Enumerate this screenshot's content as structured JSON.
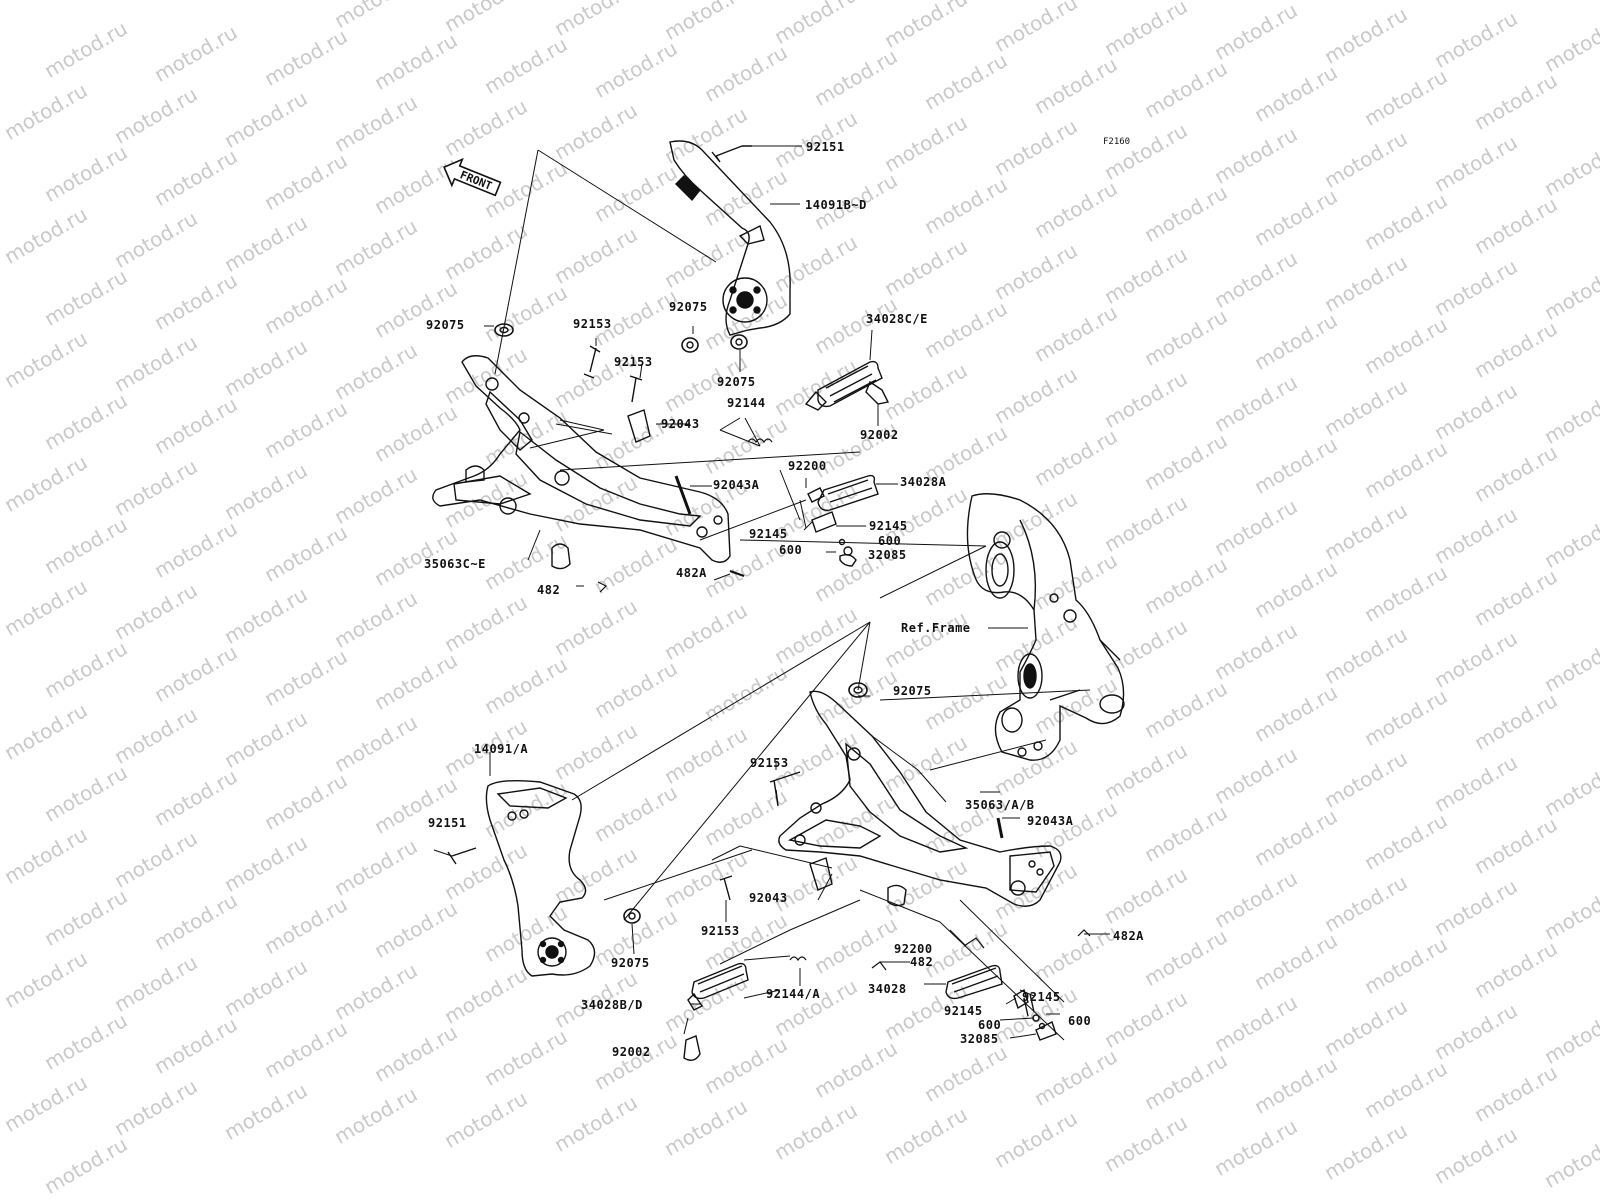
{
  "diagram": {
    "watermark": "motod.ru",
    "figure_code": "F2160",
    "front_label": "FRONT",
    "ref_frame": "Ref.Frame",
    "part_labels": [
      {
        "id": "p01",
        "text": "92151"
      },
      {
        "id": "p02",
        "text": "14091B~D"
      },
      {
        "id": "p03",
        "text": "92075"
      },
      {
        "id": "p04",
        "text": "92153"
      },
      {
        "id": "p05",
        "text": "92075"
      },
      {
        "id": "p06",
        "text": "34028C/E"
      },
      {
        "id": "p07",
        "text": "92153"
      },
      {
        "id": "p08",
        "text": "92075"
      },
      {
        "id": "p09",
        "text": "92144"
      },
      {
        "id": "p10",
        "text": "92043"
      },
      {
        "id": "p11",
        "text": "92002"
      },
      {
        "id": "p12",
        "text": "92200"
      },
      {
        "id": "p13",
        "text": "92043A"
      },
      {
        "id": "p14",
        "text": "34028A"
      },
      {
        "id": "p15",
        "text": "92145"
      },
      {
        "id": "p16",
        "text": "92145"
      },
      {
        "id": "p17",
        "text": "600"
      },
      {
        "id": "p18",
        "text": "600"
      },
      {
        "id": "p19",
        "text": "32085"
      },
      {
        "id": "p20",
        "text": "35063C~E"
      },
      {
        "id": "p21",
        "text": "482A"
      },
      {
        "id": "p22",
        "text": "482"
      },
      {
        "id": "p23",
        "text": "92075"
      },
      {
        "id": "p24",
        "text": "14091/A"
      },
      {
        "id": "p25",
        "text": "92153"
      },
      {
        "id": "p26",
        "text": "35063/A/B"
      },
      {
        "id": "p27",
        "text": "92151"
      },
      {
        "id": "p28",
        "text": "92043A"
      },
      {
        "id": "p29",
        "text": "92043"
      },
      {
        "id": "p30",
        "text": "92153"
      },
      {
        "id": "p31",
        "text": "482A"
      },
      {
        "id": "p32",
        "text": "92075"
      },
      {
        "id": "p33",
        "text": "92200"
      },
      {
        "id": "p34",
        "text": "482"
      },
      {
        "id": "p35",
        "text": "92144/A"
      },
      {
        "id": "p36",
        "text": "34028"
      },
      {
        "id": "p37",
        "text": "34028B/D"
      },
      {
        "id": "p38",
        "text": "92145"
      },
      {
        "id": "p39",
        "text": "92145"
      },
      {
        "id": "p40",
        "text": "600"
      },
      {
        "id": "p41",
        "text": "600"
      },
      {
        "id": "p42",
        "text": "32085"
      },
      {
        "id": "p43",
        "text": "92002"
      }
    ]
  }
}
